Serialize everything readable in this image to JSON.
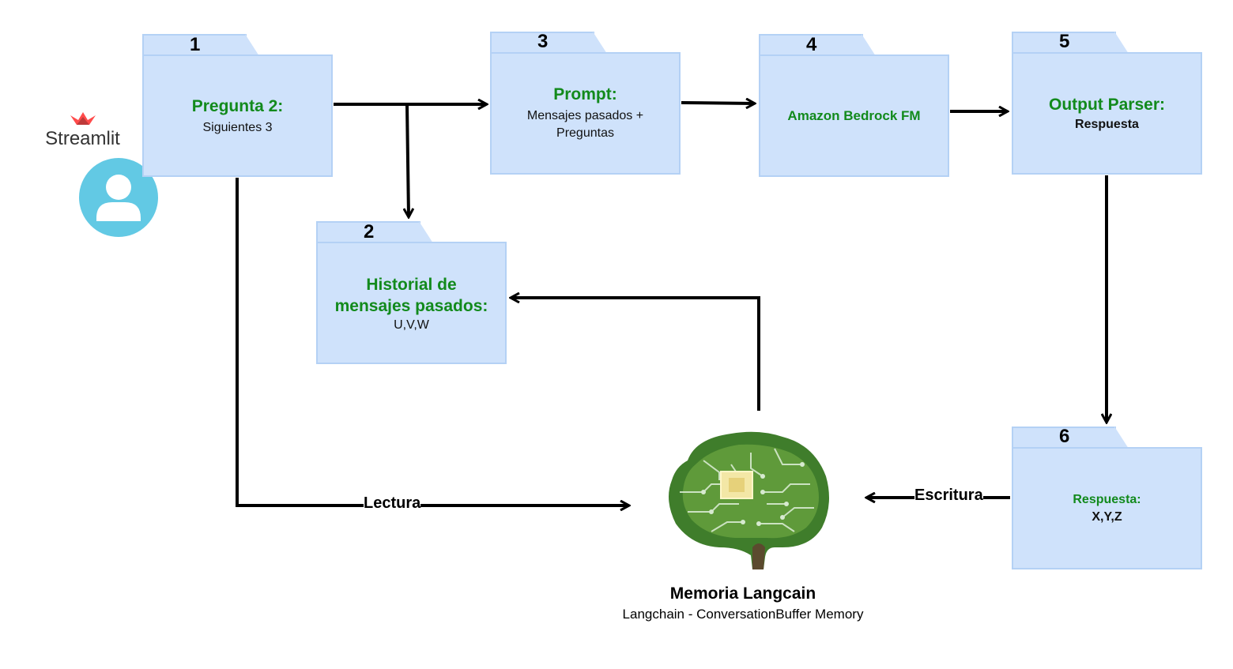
{
  "logo": {
    "text": "Streamlit",
    "icon": "crown-icon",
    "accent": "#ff4b4b"
  },
  "avatar": {
    "icon": "user-icon",
    "color": "#62c9e4"
  },
  "boxes": [
    {
      "number": "1",
      "title": "Pregunta 2:",
      "subtitle": "Siguientes 3"
    },
    {
      "number": "2",
      "title": "Historial de mensajes pasados:",
      "subtitle": "U,V,W"
    },
    {
      "number": "3",
      "title": "Prompt:",
      "subtitle": "Mensajes pasados + Preguntas"
    },
    {
      "number": "4",
      "title": "Amazon Bedrock FM",
      "subtitle": ""
    },
    {
      "number": "5",
      "title": "Output Parser:",
      "subtitle": "Respuesta"
    },
    {
      "number": "6",
      "title": "Respuesta:",
      "subtitle": "X,Y,Z"
    }
  ],
  "edges": {
    "read_label": "Lectura",
    "write_label": "Escritura"
  },
  "memory": {
    "title": "Memoria Langcain",
    "subtitle": "Langchain - ConversationBuffer Memory",
    "icon": "brain-circuit-icon"
  },
  "colors": {
    "box_fill": "#cfe2fb",
    "box_border": "#b4d1f5",
    "title_green": "#128a1c"
  }
}
